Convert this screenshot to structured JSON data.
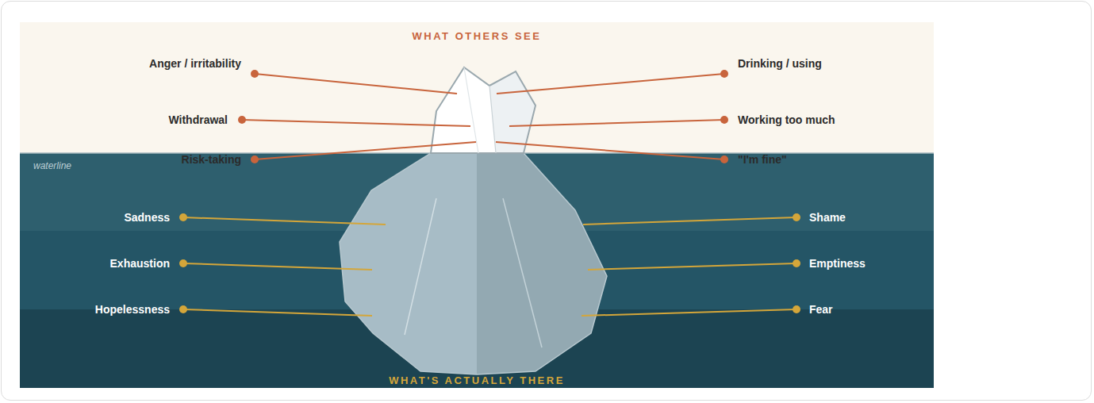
{
  "diagram": {
    "nodes": [
      {
        "text": [
          "WHAT OTHERS SEE"
        ]
      },
      {
        "text": [
          "WHAT'S ACTUALLY THERE"
        ]
      }
    ],
    "labels": [
      "Anger / irritability",
      "Withdrawal",
      "Risk-taking",
      "Drinking / using",
      "Working too much",
      "\"I'm fine\"",
      "waterline",
      "Sadness",
      "Exhaustion",
      "Hopelessness",
      "Shame",
      "Emptiness",
      "Fear"
    ]
  }
}
